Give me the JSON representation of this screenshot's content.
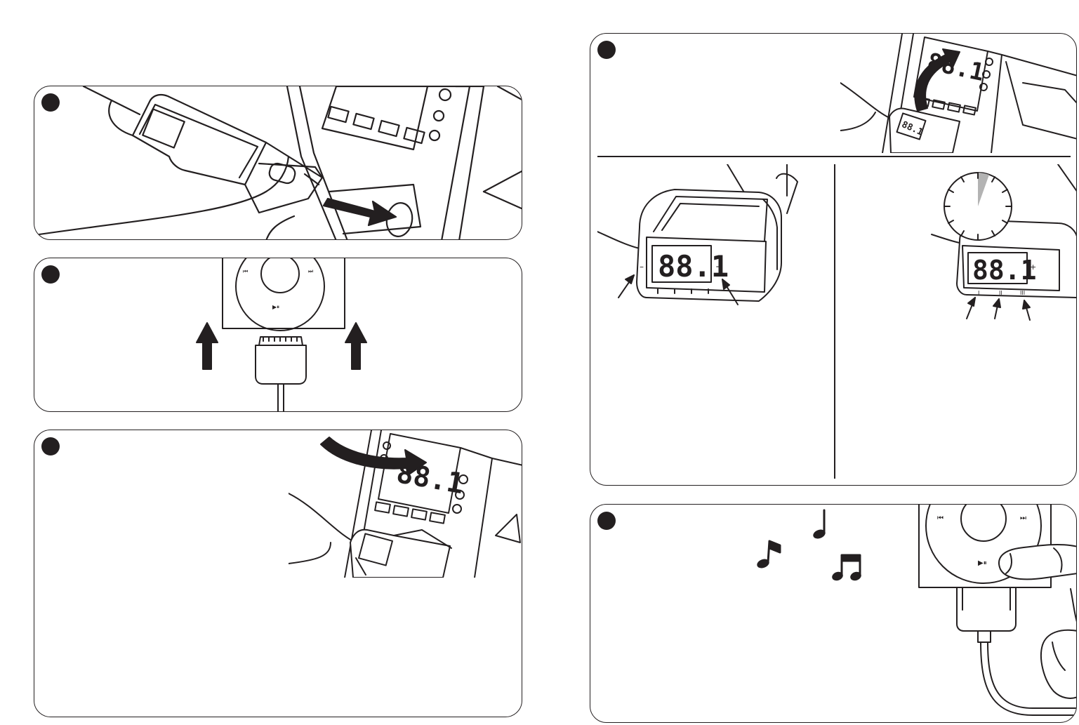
{
  "steps": [
    {
      "id": 1,
      "label": ""
    },
    {
      "id": 2,
      "label": ""
    },
    {
      "id": 3,
      "label": ""
    },
    {
      "id": 4,
      "label": ""
    },
    {
      "id": 5,
      "label": ""
    }
  ],
  "display": {
    "frequency": "88.1"
  },
  "ipod_controls": {
    "prev": "⏮",
    "next": "⏭",
    "play_pause": "▶⏸"
  },
  "transmitter_buttons": {
    "minus": "–",
    "plus": "+",
    "preset_1": "I",
    "preset_2": "II",
    "preset_3": "III"
  },
  "colors": {
    "ink": "#231f20",
    "timer_wedge": "#b3b3b3",
    "background": "#ffffff"
  },
  "icons": {
    "arrow": "arrow-icon",
    "curved_arrow": "curved-arrow-icon",
    "music_note": "music-note-icon",
    "timer": "timer-icon"
  }
}
